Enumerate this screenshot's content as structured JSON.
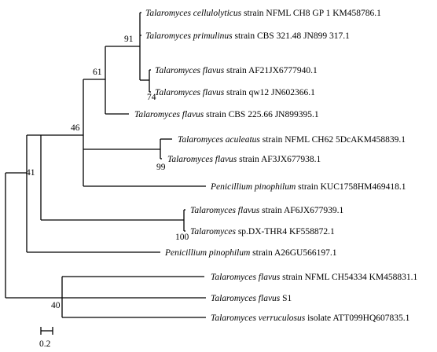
{
  "tree": {
    "taxa": [
      {
        "species": "Talaromyces cellulolyticus",
        "rest": " strain NFML CH8 GP 1 KM458786.1"
      },
      {
        "species": "Talaromyces primulinus",
        "rest": " strain CBS 321.48 JN899 317.1"
      },
      {
        "species": "Talaromyces flavus",
        "rest": " strain AF21JX6777940.1"
      },
      {
        "species": "Talaromyces flavus",
        "rest": " strain qw12 JN602366.1"
      },
      {
        "species": "Talaromyces flavus",
        "rest": " strain CBS 225.66 JN899395.1"
      },
      {
        "species": "Talaromyces aculeatus",
        "rest": " strain NFML CH62 5DcAKM458839.1"
      },
      {
        "species": "Talaromyces flavus",
        "rest": " strain AF3JX677938.1"
      },
      {
        "species": "Penicillium pinophilum",
        "rest": " strain KUC1758HM469418.1"
      },
      {
        "species": "Talaromyces flavus",
        "rest": " strain AF6JX677939.1"
      },
      {
        "species": "Talaromyces",
        "rest": " sp.DX-THR4 KF558872.1"
      },
      {
        "species": "Penicillium pinophilum",
        "rest": " strain A26GU566197.1"
      },
      {
        "species": "Talaromyces flavus",
        "rest": " strain NFML CH54334 KM458831.1"
      },
      {
        "species": "Talaromyces flavus",
        "rest": " S1"
      },
      {
        "species": "Talaromyces verruculosus",
        "rest": " isolate ATT099HQ607835.1"
      }
    ],
    "bootstrap": [
      "91",
      "61",
      "74",
      "46",
      "99",
      "41",
      "100",
      "40"
    ],
    "scale_label": "0.2"
  }
}
